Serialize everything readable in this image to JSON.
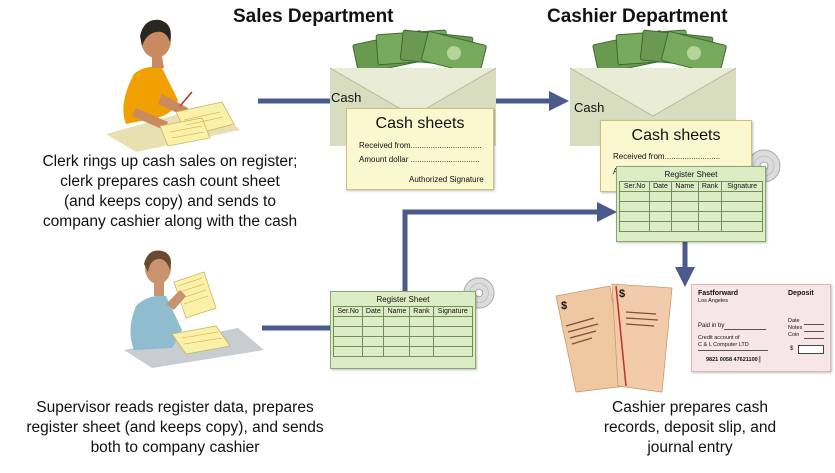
{
  "headers": {
    "sales": "Sales Department",
    "cashier": "Cashier Department"
  },
  "captions": {
    "clerk": [
      "Clerk rings up cash sales on register;",
      "clerk prepares cash count sheet",
      "(and keeps copy) and sends to",
      "company cashier along with the cash"
    ],
    "supervisor": [
      "Supervisor reads register data, prepares",
      "register sheet (and keeps copy), and sends",
      "both to company cashier"
    ],
    "cashier": [
      "Cashier prepares cash",
      "records, deposit slip, and",
      "journal entry"
    ]
  },
  "envelope_label": "Cash",
  "cash_sheet": {
    "title": "Cash sheets",
    "received_from": "Received from................................",
    "amount": "Amount dollar ...............................",
    "signature": "Authorized Signature"
  },
  "cash_sheet_cashier": {
    "title": "Cash sheets",
    "received_from": "Received from.........................",
    "amount_prefix": "A"
  },
  "register_sheet": {
    "title": "Register Sheet",
    "columns": [
      "Ser.No",
      "Date",
      "Name",
      "Rank",
      "Signature"
    ],
    "rows": 4
  },
  "journal_symbol": "$",
  "deposit_slip": {
    "bank": "Fastforward",
    "city": "Los Angeles",
    "title": "Deposit",
    "paid_in_by": "Paid in by",
    "credit_account": "Credit account of",
    "account_name": "C & L Computer LTD",
    "number": "9821 0058 47621100║",
    "fields": [
      "Date",
      "Notes",
      "Coin"
    ],
    "total_symbol": "$"
  },
  "colors": {
    "arrow": "#4a5a8c",
    "sheet": "#fbf7cf",
    "register": "#dcecc4",
    "deposit": "#f7e6e7",
    "journal": "#f0c89a"
  },
  "icons": [
    "clerk-illustration",
    "supervisor-illustration",
    "cash-envelope-icon",
    "disc-icon"
  ]
}
